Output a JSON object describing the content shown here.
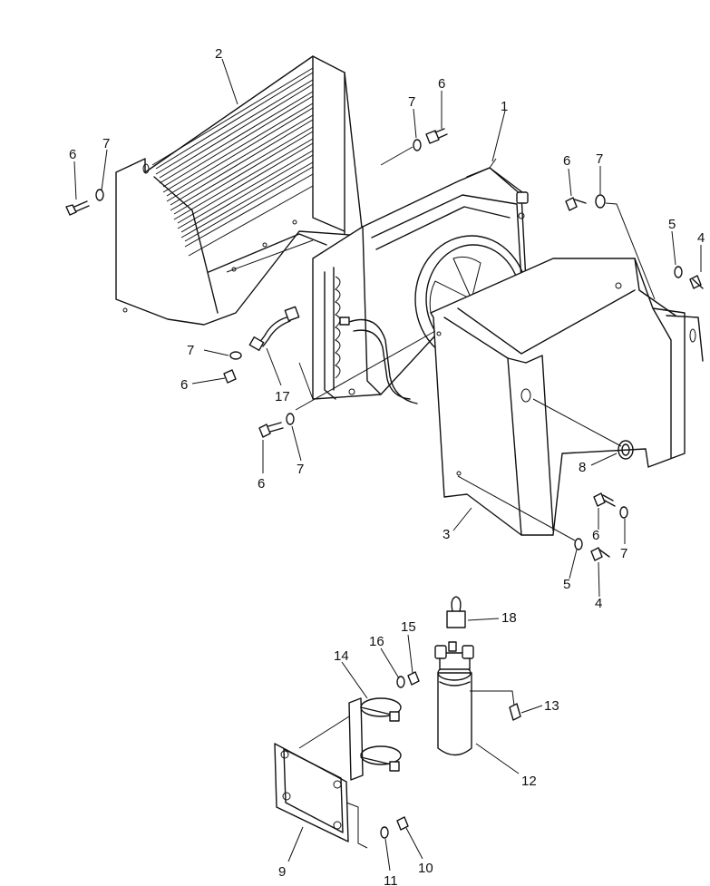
{
  "callouts": {
    "c1": "1",
    "c2": "2",
    "c3": "3",
    "c4a": "4",
    "c4b": "4",
    "c5a": "5",
    "c5b": "5",
    "c6a": "6",
    "c6b": "6",
    "c6c": "6",
    "c6d": "6",
    "c6e": "6",
    "c6f": "6",
    "c7a": "7",
    "c7b": "7",
    "c7c": "7",
    "c7d": "7",
    "c7e": "7",
    "c7f": "7",
    "c8": "8",
    "c9": "9",
    "c10": "10",
    "c11": "11",
    "c12": "12",
    "c13": "13",
    "c14": "14",
    "c15": "15",
    "c16": "16",
    "c17": "17",
    "c18": "18"
  }
}
